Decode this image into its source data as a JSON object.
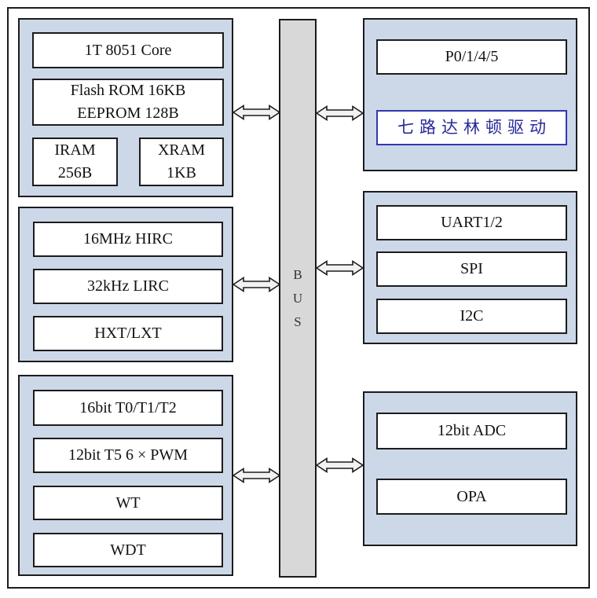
{
  "bus": {
    "letters": [
      "B",
      "U",
      "S"
    ]
  },
  "groups": {
    "core": {
      "items": {
        "core": "1T 8051 Core",
        "flash": "Flash ROM 16KB\nEEPROM 128B",
        "iram": "IRAM\n256B",
        "xram": "XRAM\n1KB"
      }
    },
    "clocks": {
      "items": {
        "hirc": "16MHz HIRC",
        "lirc": "32kHz LIRC",
        "hxt": "HXT/LXT"
      }
    },
    "timers": {
      "items": {
        "t012": "16bit  T0/T1/T2",
        "t5pwm": "12bit T5  6 × PWM",
        "wt": "WT",
        "wdt": "WDT"
      }
    },
    "ports": {
      "items": {
        "pio": "P0/1/4/5",
        "darlington": "七路达林顿驱动"
      }
    },
    "comm": {
      "items": {
        "uart": "UART1/2",
        "spi": "SPI",
        "i2c": "I2C"
      }
    },
    "analog": {
      "items": {
        "adc": "12bit ADC",
        "opa": "OPA"
      }
    }
  },
  "colors": {
    "group_fill": "#ccd8e8",
    "bus_fill": "#d8d8d8",
    "border": "#1c1c1c",
    "accent_blue": "#28289a",
    "box_fill": "#ffffff"
  }
}
